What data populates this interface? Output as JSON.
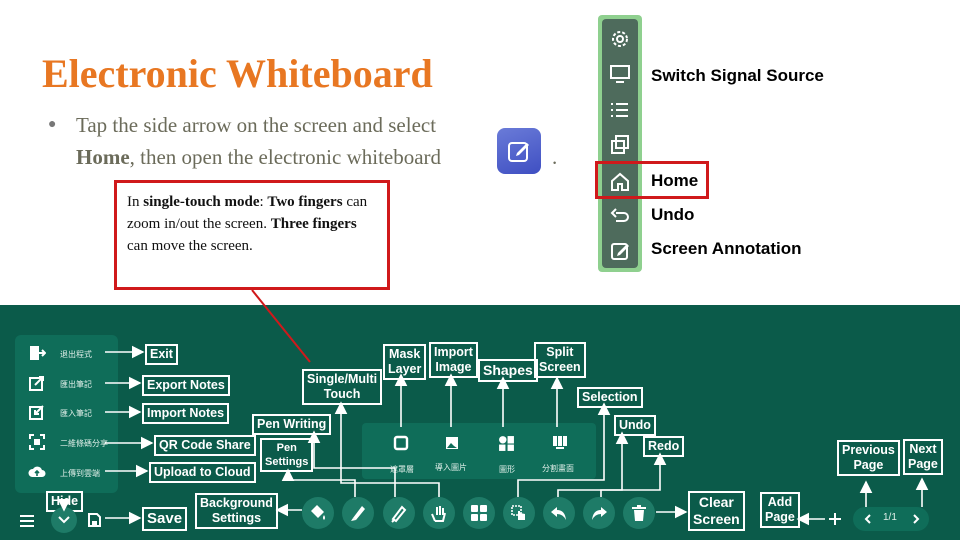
{
  "title": "Electronic Whiteboard",
  "instruction": {
    "line1": "Tap the side arrow on the screen and select",
    "line2_bold": "Home",
    "line2_rest": ", then open the electronic whiteboard",
    "line2_end": "."
  },
  "callout": {
    "p1": "In ",
    "p2": "single-touch mode",
    "p3": ": ",
    "p4": "Two fingers",
    "p5": " can zoom in/out  the screen. ",
    "p6": "Three fingers",
    "p7": " can move the screen."
  },
  "side_toolbar": {
    "labels": {
      "switch_signal_source": "Switch Signal Source",
      "home": "Home",
      "undo": "Undo",
      "screen_annotation": "Screen Annotation"
    },
    "icons": [
      "gear-icon",
      "monitor-icon",
      "list-icon",
      "copy-icon",
      "home-icon",
      "undo-icon",
      "edit-icon"
    ]
  },
  "colors": {
    "title": "#e87722",
    "panel": "#0b5b4a",
    "highlight": "#d0191b"
  },
  "menu": {
    "items": [
      "退出程式",
      "匯出筆記",
      "匯入筆記",
      "二維條碼分享",
      "上傳到雲端"
    ]
  },
  "labels": {
    "exit": "Exit",
    "export_notes": "Export Notes",
    "import_notes": "Import Notes",
    "qr_code_share": "QR Code Share",
    "upload_to_cloud": "Upload to Cloud",
    "hide": "Hide",
    "save": "Save",
    "background_settings_1": "Background",
    "background_settings_2": "Settings",
    "pen_settings_1": "Pen",
    "pen_settings_2": "Settings",
    "pen_writing": "Pen Writing",
    "single_multi_1": "Single/Multi",
    "single_multi_2": "Touch",
    "mask_layer_1": "Mask",
    "mask_layer_2": "Layer",
    "import_image_1": "Import",
    "import_image_2": "Image",
    "shapes": "Shapes",
    "split_screen_1": "Split",
    "split_screen_2": "Screen",
    "selection": "Selection",
    "undo": "Undo",
    "redo": "Redo",
    "clear_screen_1": "Clear",
    "clear_screen_2": "Screen",
    "add_page_1": "Add",
    "add_page_2": "Page",
    "previous_page_1": "Previous",
    "previous_page_2": "Page",
    "next_page_1": "Next",
    "next_page_2": "Page"
  },
  "subbar": {
    "mask": "遮罩層",
    "import": "導入圖片",
    "shapes": "圖形",
    "split": "分割畫面"
  },
  "page_counter": "1/1"
}
